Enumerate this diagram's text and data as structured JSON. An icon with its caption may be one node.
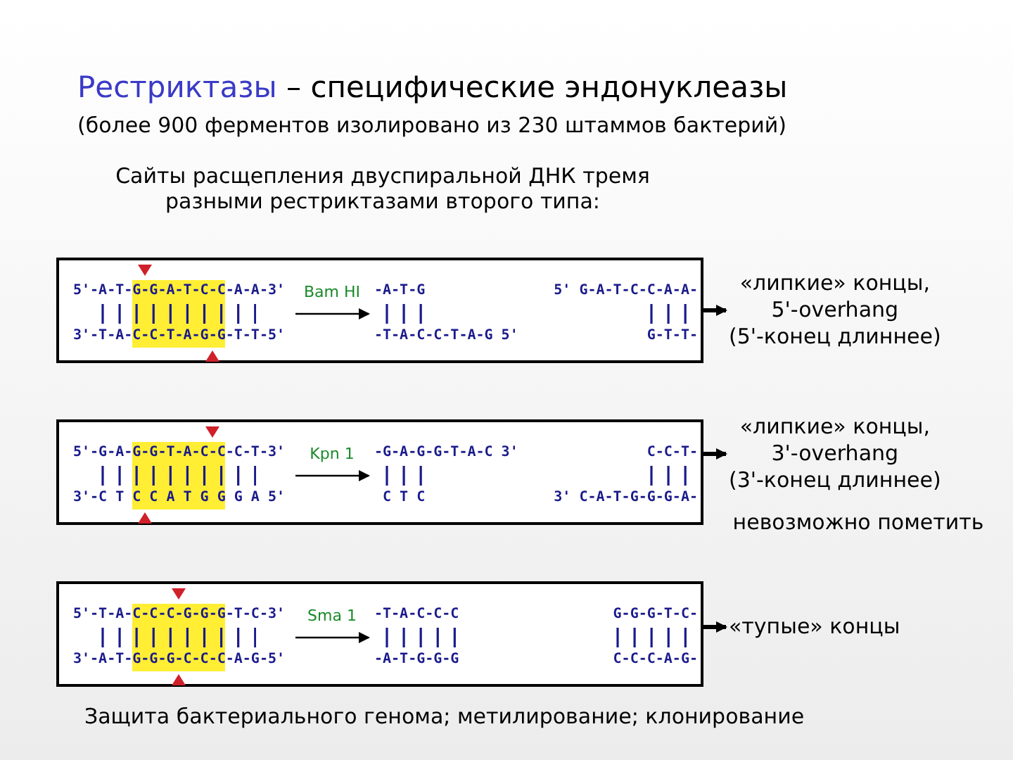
{
  "diagram": {
    "title": "Рестриктазы – специфические эндонуклеазы",
    "nodes": [
      {
        "text": [],
        "shape": "box"
      },
      {
        "text": [
          "5'-A-T-G-G-A-T-C-C-A-A-3'",
          "3'-T-A-C-C-T-A-G-G-T-T-5'"
        ],
        "in": 0
      },
      {
        "text": [
          "-A-T-G",
          "-T-A-C-C-T-A-G 5'",
          "5' G-A-T-C-C-A-A-",
          "G-T-T-"
        ],
        "in": 0
      },
      {
        "text": [
          "«липкие» концы,",
          "5'-overhang",
          "(5'-конец длиннее)"
        ]
      },
      {
        "text": [],
        "shape": "box"
      },
      {
        "text": [
          "5'-G-A-G-G-T-A-C-C-C-T-3'",
          "3'-C T C C A T G G G A 5'"
        ],
        "in": 4
      },
      {
        "text": [
          "-G-A-G-G-T-A-C 3'",
          "C T C",
          "C-C-T-",
          "3' C-A-T-G-G-G-A-"
        ],
        "in": 4
      },
      {
        "text": [
          "«липкие» концы,",
          "3'-overhang",
          "(3'-конец длиннее)"
        ]
      },
      {
        "text": [],
        "shape": "box"
      },
      {
        "text": [
          "5'-T-A-C-C-C-G-G-G-T-C-3'",
          "3'-A-T-G-G-G-C-C-C-A-G-5'"
        ],
        "in": 8
      },
      {
        "text": [
          "-T-A-C-C-C",
          "-A-T-G-G-G",
          "G-G-G-T-C-",
          "C-C-C-A-G-"
        ],
        "in": 8
      },
      {
        "text": [
          "«тупые» концы"
        ]
      }
    ],
    "edges": [
      {
        "from": 1,
        "to": 2,
        "arrow": "to",
        "label": "Bam HI"
      },
      {
        "from": 0,
        "to": 3,
        "arrow": "to",
        "style": "thick"
      },
      {
        "from": 5,
        "to": 6,
        "arrow": "to",
        "label": "Kpn 1"
      },
      {
        "from": 4,
        "to": 7,
        "arrow": "to",
        "style": "thick"
      },
      {
        "from": 9,
        "to": 10,
        "arrow": "to",
        "label": "Sma 1"
      },
      {
        "from": 8,
        "to": 11,
        "arrow": "to",
        "style": "thick"
      }
    ],
    "labels": [
      "(более 900 ферментов изолировано из 230 штаммов бактерий)",
      "Сайты расщепления двуспиральной ДНК тремя разными рестриктазами второго типа:",
      "невозможно пометить",
      "Защита бактериального генома; метилирование; клонирование"
    ]
  }
}
